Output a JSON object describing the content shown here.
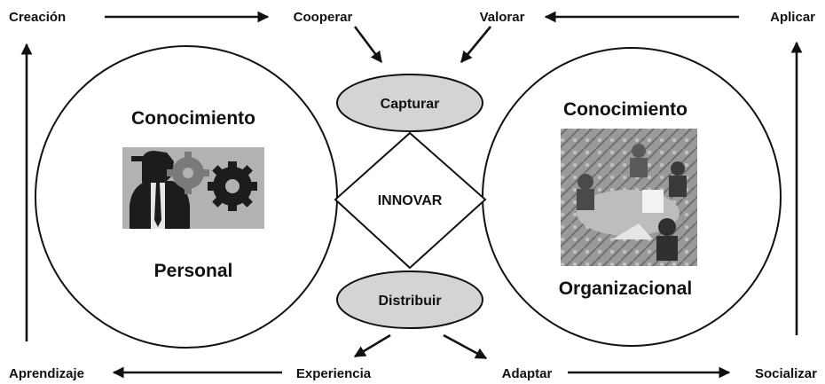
{
  "corners": {
    "top_left": "Creación",
    "top_mid_left": "Cooperar",
    "top_mid_right": "Valorar",
    "top_right": "Aplicar",
    "bottom_left": "Aprendizaje",
    "bottom_mid_left": "Experiencia",
    "bottom_mid_right": "Adaptar",
    "bottom_right": "Socializar"
  },
  "left_circle": {
    "title": "Conocimiento",
    "subtitle": "Personal",
    "illustration_icon": "person-with-gears-icon"
  },
  "right_circle": {
    "title": "Conocimiento",
    "subtitle": "Organizacional",
    "illustration_icon": "team-meeting-photo-icon"
  },
  "center": {
    "top_ellipse": "Capturar",
    "diamond": "INNOVAR",
    "bottom_ellipse": "Distribuir"
  },
  "colors": {
    "ellipse_fill": "#d4d4d4",
    "stroke": "#111111"
  }
}
